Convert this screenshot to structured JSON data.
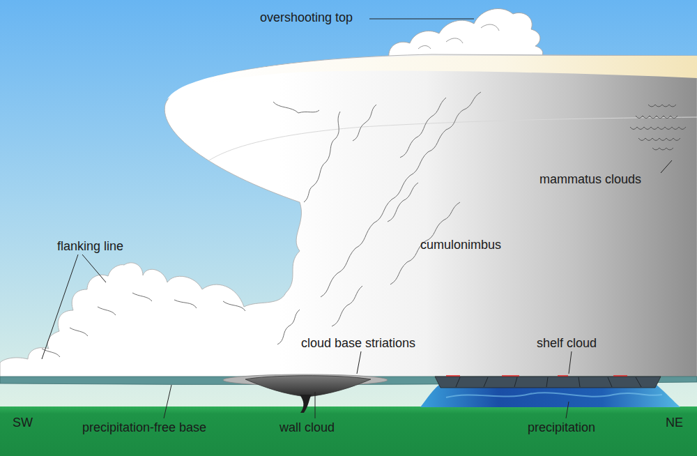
{
  "diagram": {
    "labels": [
      "overshooting top",
      "mammatus clouds",
      "flanking line",
      "cumulonimbus",
      "cloud base striations",
      "shelf cloud",
      "SW",
      "precipitation-free base",
      "wall cloud",
      "precipitation",
      "NE"
    ]
  }
}
